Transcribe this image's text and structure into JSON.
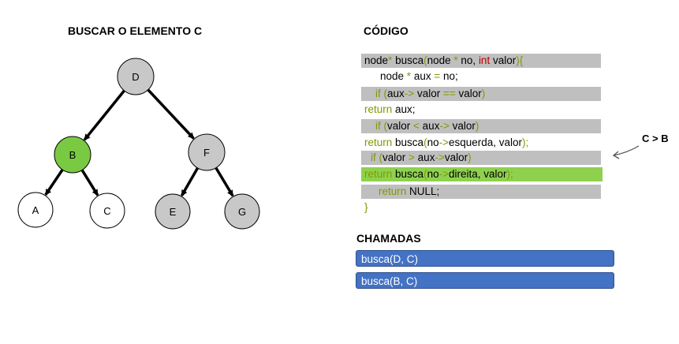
{
  "tree_title": "BUSCAR O ELEMENTO C",
  "code_title": "CÓDIGO",
  "calls_title": "CHAMADAS",
  "annotation": "C > B",
  "colors": {
    "keyword": "#7f9a00",
    "type_red": "#c00000",
    "text": "#000000",
    "line_gray": "#bfbfbf",
    "line_green": "#8fd14f",
    "node_gray": "#c8c8c8",
    "node_green": "#7ac943",
    "node_white": "#ffffff",
    "call_blue": "#4472c4"
  },
  "tree": {
    "nodes": [
      {
        "id": "D",
        "label": "D",
        "fill": "gray"
      },
      {
        "id": "B",
        "label": "B",
        "fill": "green"
      },
      {
        "id": "F",
        "label": "F",
        "fill": "gray"
      },
      {
        "id": "A",
        "label": "A",
        "fill": "white"
      },
      {
        "id": "C",
        "label": "C",
        "fill": "white"
      },
      {
        "id": "E",
        "label": "E",
        "fill": "gray"
      },
      {
        "id": "G",
        "label": "G",
        "fill": "gray"
      }
    ],
    "edges": [
      {
        "from": "D",
        "to": "B"
      },
      {
        "from": "D",
        "to": "F"
      },
      {
        "from": "B",
        "to": "A"
      },
      {
        "from": "B",
        "to": "C"
      },
      {
        "from": "F",
        "to": "E"
      },
      {
        "from": "F",
        "to": "G"
      }
    ]
  },
  "code": [
    {
      "bg": "gray",
      "tokens": [
        {
          "t": "node",
          "c": "text"
        },
        {
          "t": "*",
          "c": "keyword"
        },
        {
          "t": " busca",
          "c": "text"
        },
        {
          "t": "(",
          "c": "keyword"
        },
        {
          "t": "node ",
          "c": "text"
        },
        {
          "t": "*",
          "c": "keyword"
        },
        {
          "t": " no, ",
          "c": "text"
        },
        {
          "t": "int",
          "c": "type_red"
        },
        {
          "t": " valor",
          "c": "text"
        },
        {
          "t": "){",
          "c": "keyword"
        }
      ]
    },
    {
      "bg": "none",
      "tokens": [
        {
          "t": "node ",
          "c": "text"
        },
        {
          "t": "*",
          "c": "keyword"
        },
        {
          "t": " aux ",
          "c": "text"
        },
        {
          "t": "=",
          "c": "keyword"
        },
        {
          "t": " no;",
          "c": "text"
        }
      ]
    },
    {
      "bg": "gray",
      "tokens": [
        {
          "t": "if ",
          "c": "keyword"
        },
        {
          "t": "(",
          "c": "keyword"
        },
        {
          "t": "aux",
          "c": "text"
        },
        {
          "t": "->",
          "c": "keyword"
        },
        {
          "t": " valor ",
          "c": "text"
        },
        {
          "t": "==",
          "c": "keyword"
        },
        {
          "t": " valor",
          "c": "text"
        },
        {
          "t": ")",
          "c": "keyword"
        }
      ]
    },
    {
      "bg": "none",
      "tokens": [
        {
          "t": "return",
          "c": "keyword"
        },
        {
          "t": " aux;",
          "c": "text"
        }
      ]
    },
    {
      "bg": "gray",
      "tokens": [
        {
          "t": "if ",
          "c": "keyword"
        },
        {
          "t": "(",
          "c": "keyword"
        },
        {
          "t": "valor ",
          "c": "text"
        },
        {
          "t": "<",
          "c": "keyword"
        },
        {
          "t": " aux",
          "c": "text"
        },
        {
          "t": "->",
          "c": "keyword"
        },
        {
          "t": " valor",
          "c": "text"
        },
        {
          "t": ")",
          "c": "keyword"
        }
      ]
    },
    {
      "bg": "none",
      "tokens": [
        {
          "t": "return",
          "c": "keyword"
        },
        {
          "t": " busca",
          "c": "text"
        },
        {
          "t": "(",
          "c": "keyword"
        },
        {
          "t": "no",
          "c": "text"
        },
        {
          "t": "->",
          "c": "keyword"
        },
        {
          "t": "esquerda, valor",
          "c": "text"
        },
        {
          "t": ");",
          "c": "keyword"
        }
      ]
    },
    {
      "bg": "gray",
      "tokens": [
        {
          "t": "if ",
          "c": "keyword"
        },
        {
          "t": "(",
          "c": "keyword"
        },
        {
          "t": "valor ",
          "c": "text"
        },
        {
          "t": ">",
          "c": "keyword"
        },
        {
          "t": " aux",
          "c": "text"
        },
        {
          "t": "->",
          "c": "keyword"
        },
        {
          "t": "valor",
          "c": "text"
        },
        {
          "t": ")",
          "c": "keyword"
        }
      ]
    },
    {
      "bg": "green",
      "tokens": [
        {
          "t": "return",
          "c": "keyword"
        },
        {
          "t": " busca",
          "c": "text"
        },
        {
          "t": "(",
          "c": "keyword"
        },
        {
          "t": "no",
          "c": "text"
        },
        {
          "t": "->",
          "c": "keyword"
        },
        {
          "t": "direita, valor",
          "c": "text"
        },
        {
          "t": ");",
          "c": "keyword"
        }
      ]
    },
    {
      "bg": "gray",
      "tokens": [
        {
          "t": "return",
          "c": "keyword"
        },
        {
          "t": " NULL;",
          "c": "text"
        }
      ]
    },
    {
      "bg": "none",
      "tokens": [
        {
          "t": "}",
          "c": "keyword"
        }
      ]
    }
  ],
  "calls": [
    "busca(D, C)",
    "busca(B, C)"
  ]
}
